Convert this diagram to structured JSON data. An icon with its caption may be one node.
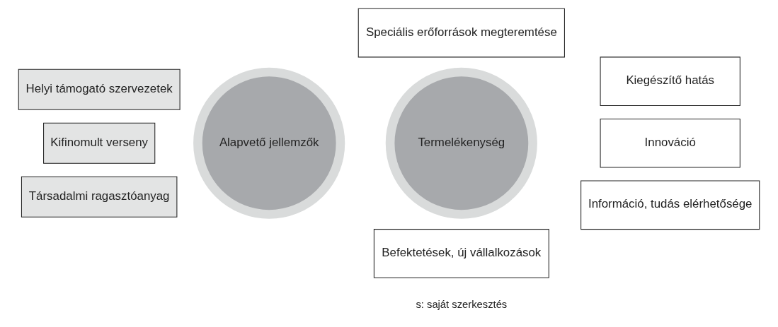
{
  "diagram": {
    "nodes": [
      {
        "text": [
          "Speciális erőforrások megteremtése"
        ]
      },
      {
        "text": [
          "Helyi támogató szervezetek"
        ]
      },
      {
        "text": [
          "Kiegészítő hatás"
        ]
      },
      {
        "text": [
          "Kifinomult verseny"
        ]
      },
      {
        "text": [
          "Alapvető jellemzők"
        ]
      },
      {
        "text": [
          "Termelékenység"
        ]
      },
      {
        "text": [
          "Innováció"
        ]
      },
      {
        "text": [
          "Társadalmi ragasztóanyag"
        ]
      },
      {
        "text": [
          "Információ, tudás elérhetősége"
        ]
      },
      {
        "text": [
          "Befektetések, új vállalkozások"
        ]
      }
    ],
    "labels": [
      "s: saját szerkesztés"
    ]
  }
}
